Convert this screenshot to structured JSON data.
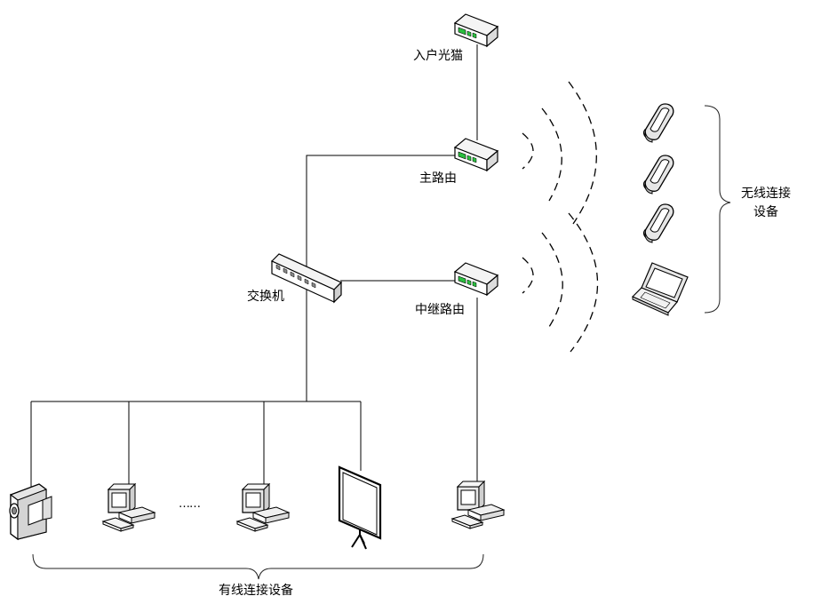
{
  "labels": {
    "modem": "入户光猫",
    "main_router": "主路由",
    "switch": "交换机",
    "relay_router": "中继路由",
    "wireless_devices": "无线连接\n设备",
    "wired_devices": "有线连接设备",
    "ellipsis": "……"
  },
  "icons": {
    "modem": "modem-icon",
    "main_router": "router-icon",
    "relay_router": "router-icon",
    "switch": "network-switch-icon",
    "camera": "video-camera-icon",
    "pc": "desktop-computer-icon",
    "projector_screen": "projector-screen-icon",
    "phone": "mobile-phone-icon",
    "laptop": "laptop-icon"
  }
}
